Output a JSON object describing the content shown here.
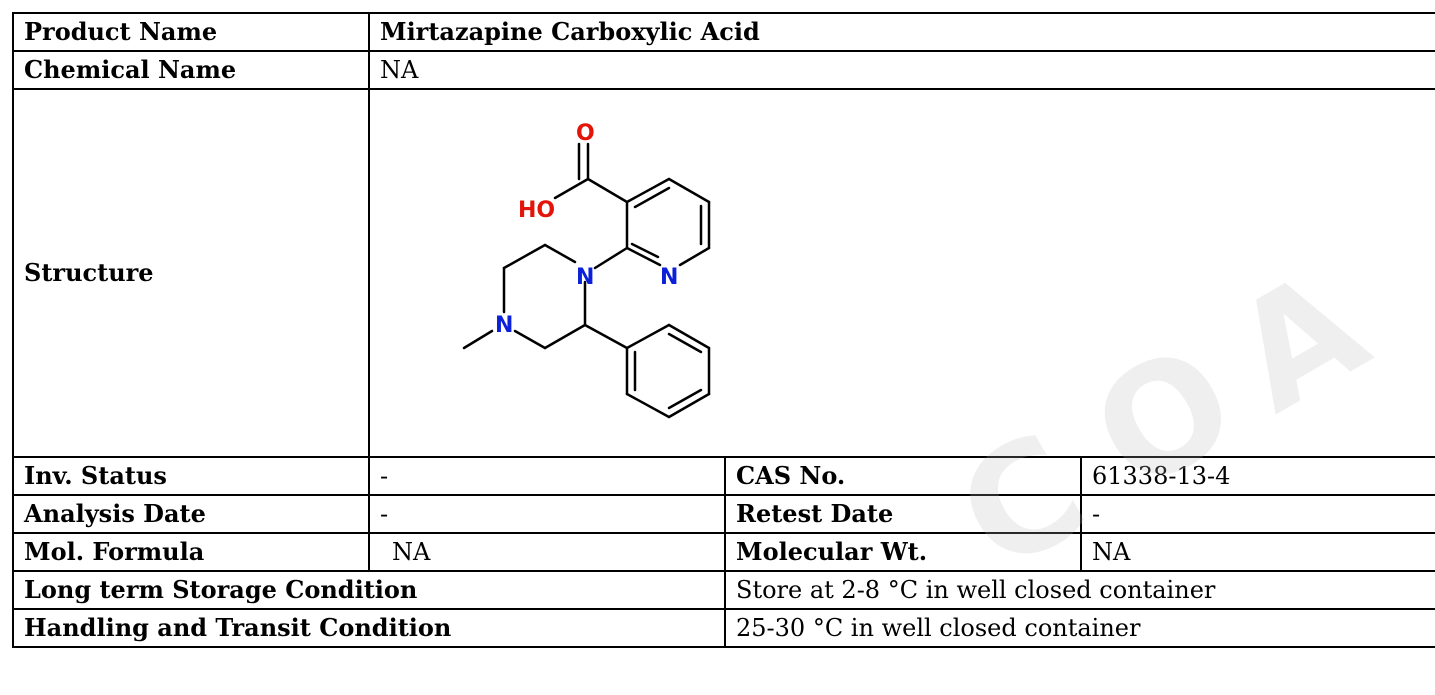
{
  "product": {
    "label": "Product Name",
    "value": "Mirtazapine Carboxylic Acid"
  },
  "chemical_name": {
    "label": "Chemical Name",
    "value": "NA"
  },
  "structure": {
    "label": "Structure",
    "atoms": {
      "oxygen": "O",
      "hydroxyl": "HO",
      "ring_nitrogen": "N",
      "piperazine_nitrogen_1": "N",
      "piperazine_nitrogen_2": "N"
    },
    "colors": {
      "oxygen": "#e3140a",
      "nitrogen": "#0b20d8",
      "bond": "#000000"
    }
  },
  "rows": {
    "inv_status": {
      "label": "Inv. Status",
      "value": "-"
    },
    "cas_no": {
      "label": "CAS No.",
      "value": "61338-13-4"
    },
    "analysis_date": {
      "label": "Analysis Date",
      "value": "-"
    },
    "retest_date": {
      "label": "Retest Date",
      "value": "-"
    },
    "mol_formula": {
      "label": "Mol. Formula",
      "value": "NA"
    },
    "molecular_wt": {
      "label": "Molecular Wt.",
      "value": "NA"
    },
    "long_term_storage": {
      "label": "Long term Storage Condition",
      "value": "Store at 2-8 °C in well closed container"
    },
    "handling_transit": {
      "label": "Handling and Transit Condition",
      "value": "25-30 °C in well closed container"
    }
  },
  "watermark": {
    "letters": [
      "C",
      "O",
      "A"
    ],
    "color": "#b8b8b8"
  }
}
